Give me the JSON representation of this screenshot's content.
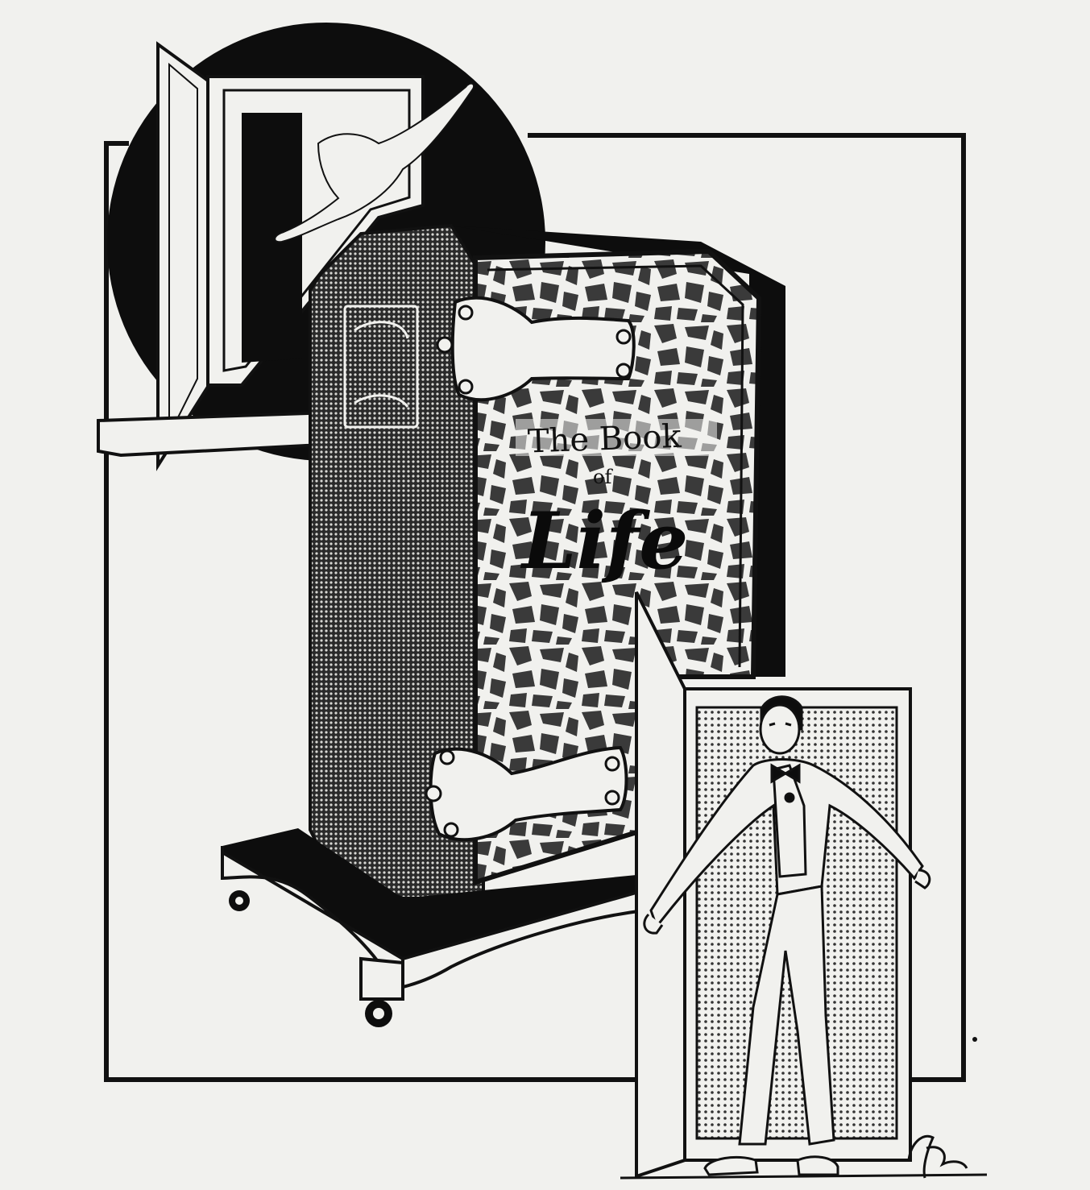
{
  "illustration": {
    "caption": "",
    "book_title_line1": "The Book",
    "book_title_line2": "of",
    "book_title_line3": "Life",
    "colors": {
      "ink": "#0d0d0d",
      "paper": "#f1f1ee",
      "halftone": "#555555"
    }
  }
}
